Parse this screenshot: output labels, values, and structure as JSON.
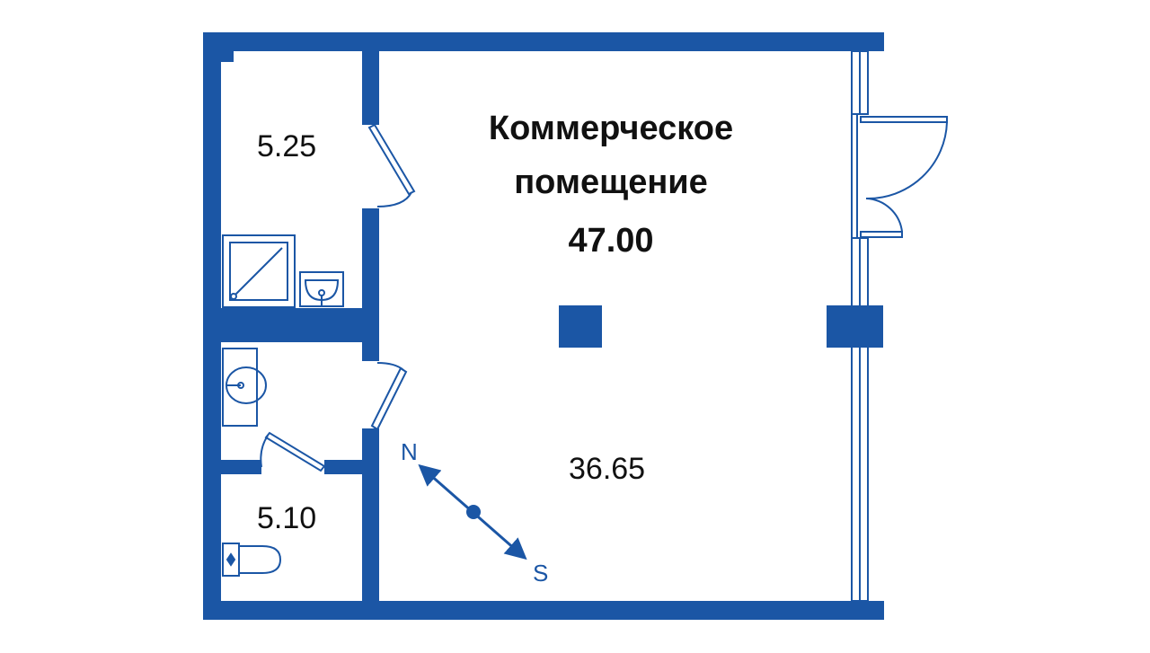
{
  "plan": {
    "title_line1": "Коммерческое",
    "title_line2": "помещение",
    "total_area": "47.00",
    "rooms": {
      "utility_area": "5.25",
      "main_area": "36.65",
      "wc_area": "5.10"
    },
    "compass": {
      "north": "N",
      "south": "S"
    },
    "colors": {
      "wall": "#1b56a5",
      "background": "#ffffff",
      "text": "#111111"
    }
  }
}
